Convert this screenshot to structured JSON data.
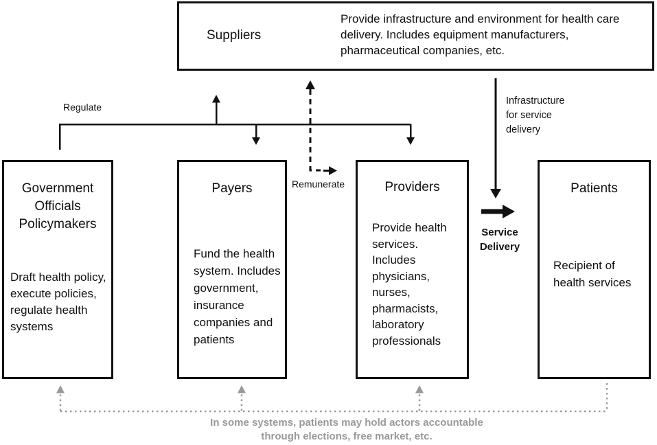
{
  "boxes": {
    "suppliers": {
      "title": "Suppliers",
      "description": "Provide infrastructure and environment for health care delivery. Includes equipment manufacturers, pharmaceutical companies, etc."
    },
    "government": {
      "title": "Government Officials Policymakers",
      "description": "Draft health policy, execute policies, regulate health systems"
    },
    "payers": {
      "title": "Payers",
      "description": "Fund the health system. Includes government, insurance companies and patients"
    },
    "providers": {
      "title": "Providers",
      "description": "Provide health services. Includes physicians, nurses, pharmacists, laboratory professionals"
    },
    "patients": {
      "title": "Patients",
      "description": "Recipient of health services"
    }
  },
  "connectors": {
    "regulate": {
      "label": "Regulate"
    },
    "remunerate": {
      "label": "Remunerate"
    },
    "infrastructure": {
      "label": "Infrastructure for service delivery"
    },
    "service_delivery": {
      "label": "Service Delivery"
    },
    "accountability": {
      "label": "In some systems, patients may hold actors accountable through elections, free market, etc."
    }
  },
  "colors": {
    "line": "#111111",
    "muted": "#999999",
    "background": "#ffffff"
  }
}
